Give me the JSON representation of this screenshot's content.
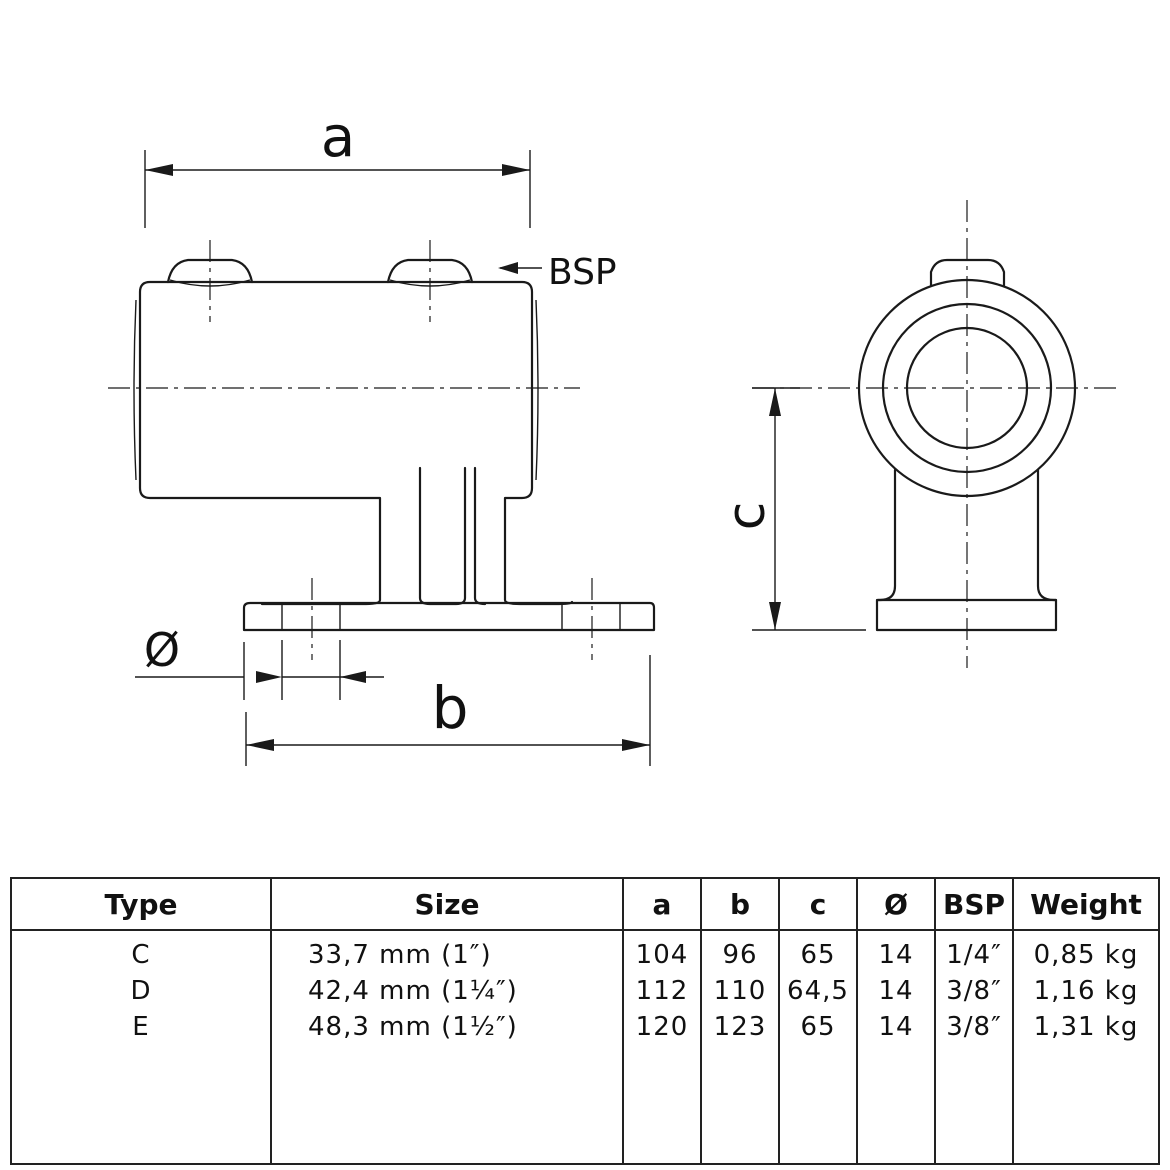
{
  "drawing": {
    "labels": {
      "a": "a",
      "b": "b",
      "c": "c",
      "diameter": "Ø",
      "bsp": "BSP"
    }
  },
  "table": {
    "headers": [
      "Type",
      "Size",
      "a",
      "b",
      "c",
      "Ø",
      "BSP",
      "Weight"
    ],
    "rows": [
      [
        "C",
        "33,7 mm (1″)",
        "104",
        "96",
        "65",
        "14",
        "1/4″",
        "0,85 kg"
      ],
      [
        "D",
        "42,4 mm (1¼″)",
        "112",
        "110",
        "64,5",
        "14",
        "3/8″",
        "1,16 kg"
      ],
      [
        "E",
        "48,3 mm (1½″)",
        "120",
        "123",
        "65",
        "14",
        "3/8″",
        "1,31 kg"
      ]
    ]
  }
}
